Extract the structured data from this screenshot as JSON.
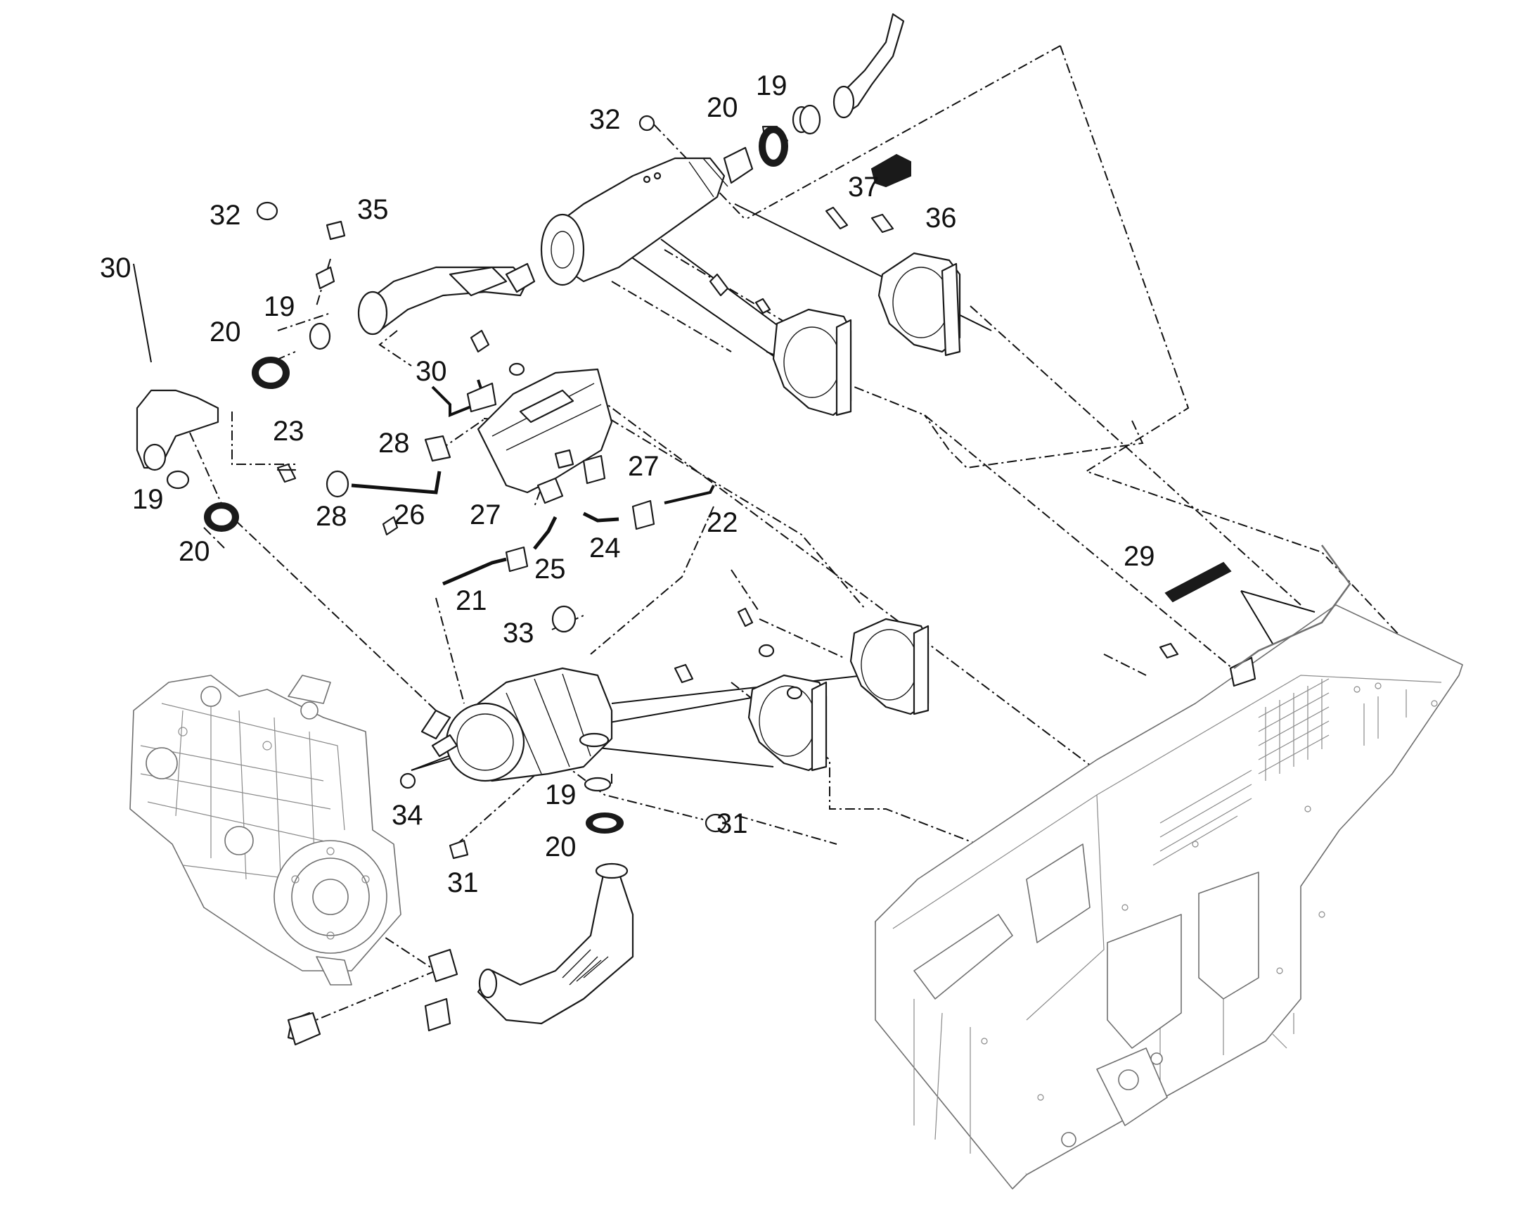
{
  "callouts": [
    {
      "id": "c-32a",
      "label": "32"
    },
    {
      "id": "c-20a",
      "label": "20"
    },
    {
      "id": "c-19a",
      "label": "19"
    },
    {
      "id": "c-37",
      "label": "37"
    },
    {
      "id": "c-36",
      "label": "36"
    },
    {
      "id": "c-32b",
      "label": "32"
    },
    {
      "id": "c-35",
      "label": "35"
    },
    {
      "id": "c-30a",
      "label": "30"
    },
    {
      "id": "c-19b",
      "label": "19"
    },
    {
      "id": "c-20b",
      "label": "20"
    },
    {
      "id": "c-30b",
      "label": "30"
    },
    {
      "id": "c-23",
      "label": "23"
    },
    {
      "id": "c-28a",
      "label": "28"
    },
    {
      "id": "c-19c",
      "label": "19"
    },
    {
      "id": "c-20c",
      "label": "20"
    },
    {
      "id": "c-28b",
      "label": "28"
    },
    {
      "id": "c-26",
      "label": "26"
    },
    {
      "id": "c-27a",
      "label": "27"
    },
    {
      "id": "c-27b",
      "label": "27"
    },
    {
      "id": "c-22",
      "label": "22"
    },
    {
      "id": "c-24",
      "label": "24"
    },
    {
      "id": "c-25",
      "label": "25"
    },
    {
      "id": "c-21",
      "label": "21"
    },
    {
      "id": "c-33",
      "label": "33"
    },
    {
      "id": "c-29",
      "label": "29"
    },
    {
      "id": "c-34",
      "label": "34"
    },
    {
      "id": "c-19d",
      "label": "19"
    },
    {
      "id": "c-31a",
      "label": "31"
    },
    {
      "id": "c-20d",
      "label": "20"
    },
    {
      "id": "c-31b",
      "label": "31"
    }
  ]
}
